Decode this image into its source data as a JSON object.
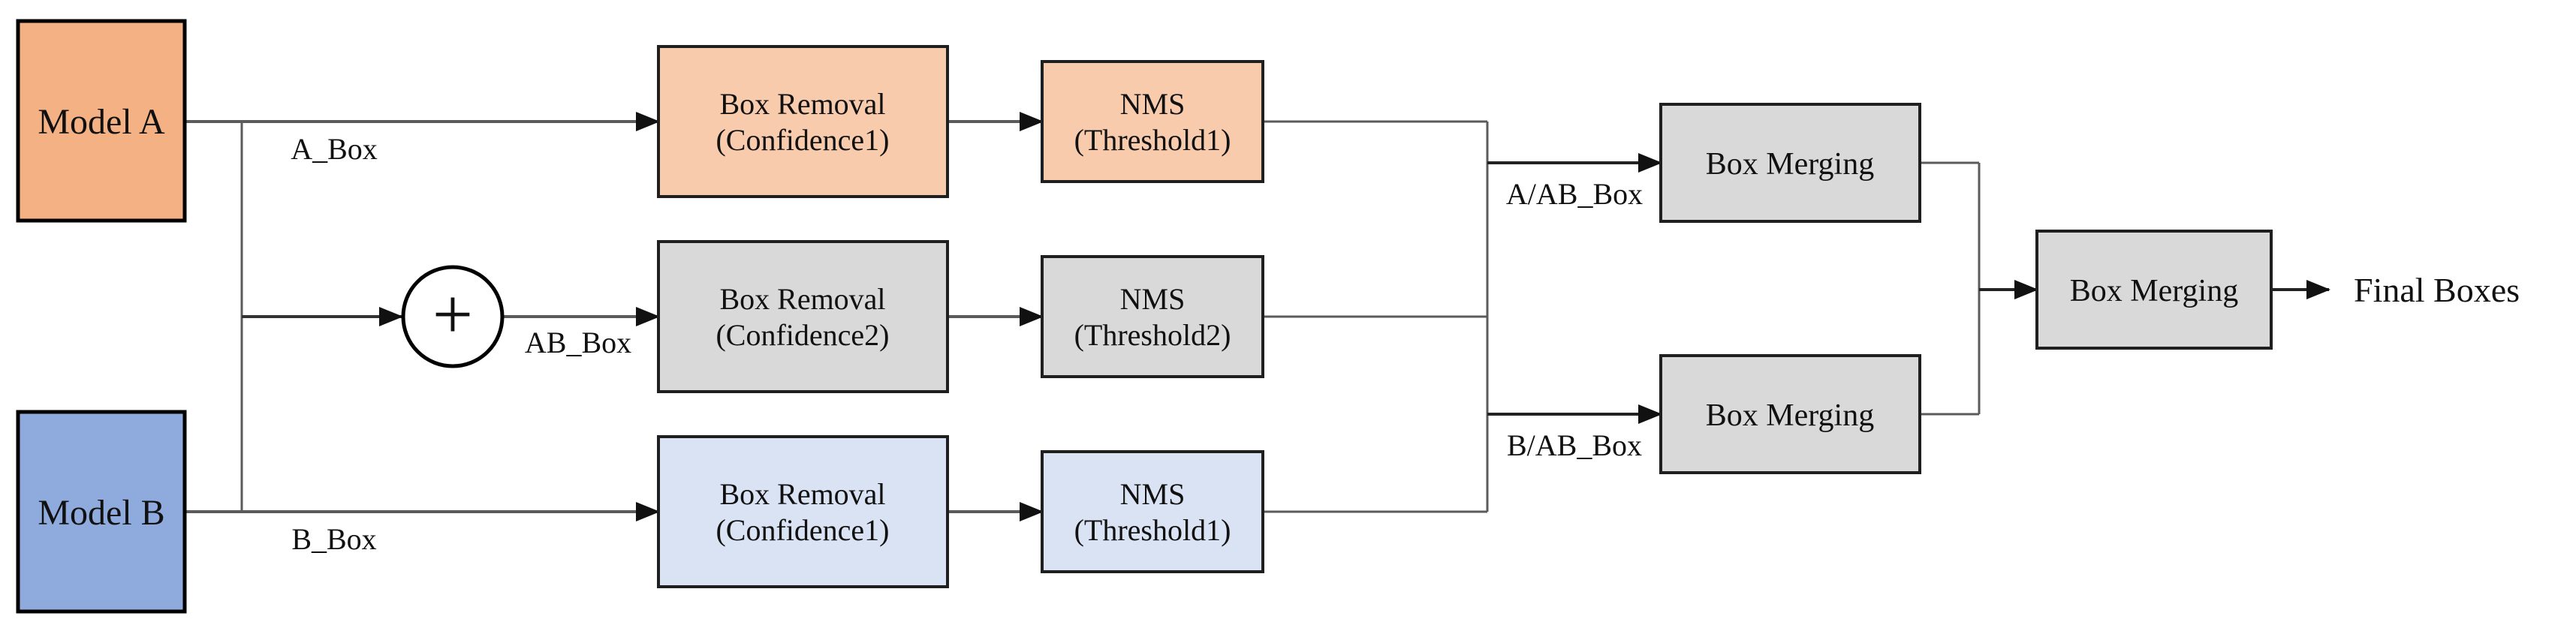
{
  "colors": {
    "background": "#FFFFFF",
    "model_a_fill": "#F4B183",
    "model_b_fill": "#8FAADC",
    "peach_fill": "#F8CBAD",
    "gray_fill": "#D9D9D9",
    "light_blue_fill": "#DAE3F3",
    "box_border": "#1F1F1F",
    "line": "#5B5B5B",
    "arrow": "#111111",
    "text": "#111111"
  },
  "nodes": {
    "model_a": {
      "label": "Model A"
    },
    "model_b": {
      "label": "Model B"
    },
    "sum": {
      "symbol": "+"
    },
    "box_removal_a": {
      "line1": "Box Removal",
      "line2": "(Confidence1)"
    },
    "nms_a": {
      "line1": "NMS",
      "line2": "(Threshold1)"
    },
    "box_removal_ab": {
      "line1": "Box Removal",
      "line2": "(Confidence2)"
    },
    "nms_ab": {
      "line1": "NMS",
      "line2": "(Threshold2)"
    },
    "box_removal_b": {
      "line1": "Box Removal",
      "line2": "(Confidence1)"
    },
    "nms_b": {
      "line1": "NMS",
      "line2": "(Threshold1)"
    },
    "merge_a_ab": {
      "label": "Box Merging"
    },
    "merge_b_ab": {
      "label": "Box Merging"
    },
    "merge_final": {
      "label": "Box Merging"
    }
  },
  "edge_labels": {
    "a_box": "A_Box",
    "ab_box": "AB_Box",
    "b_box": "B_Box",
    "a_ab_box": "A/AB_Box",
    "b_ab_box": "B/AB_Box"
  },
  "output": {
    "final_label": "Final Boxes"
  }
}
